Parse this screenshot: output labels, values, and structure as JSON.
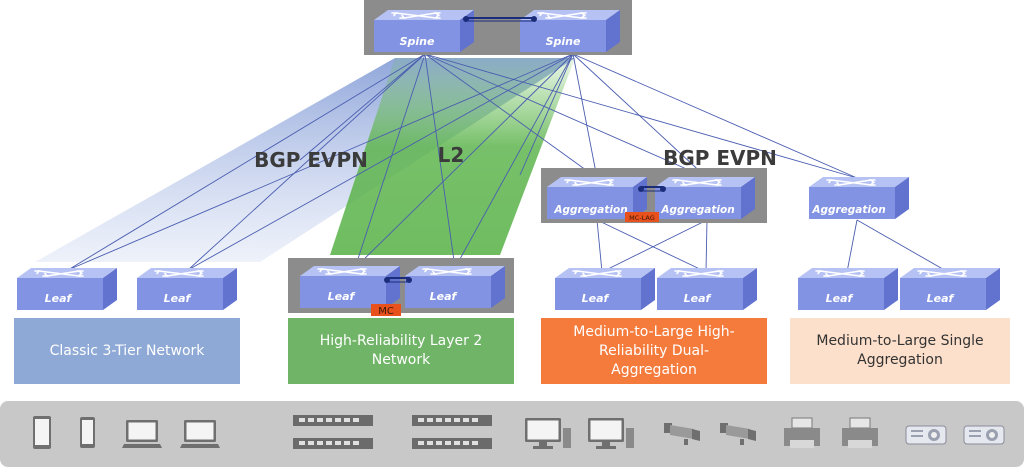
{
  "labels": {
    "spine": "Spine",
    "leaf": "Leaf",
    "aggregation": "Aggregation",
    "bgp_evpn": "BGP EVPN",
    "l2": "L2",
    "mc_lag": "MC-LAG",
    "mc_short": "MC"
  },
  "categories": [
    {
      "name": "Classic 3-Tier Network",
      "color": "#8ea9d5"
    },
    {
      "name": "High-Reliability Layer 2 Network",
      "color": "#6fb467"
    },
    {
      "name": "Medium-to-Large High-Reliability Dual-Aggregation",
      "color": "#f47b3b"
    },
    {
      "name": "Medium-to-Large Single Aggregation",
      "color": "#fde0cb"
    }
  ],
  "colors": {
    "switch_top": "#b4bff2",
    "switch_front": "#7f8fe0",
    "switch_side": "#6574cc",
    "group_bg": "#8c8c8c",
    "endpoint_bar": "#c8c8c8",
    "link_line": "#4a5db0",
    "mc_lag_badge": "#e8501c"
  },
  "endpoints": [
    "tablet-icon",
    "phone-icon",
    "laptop-icon",
    "laptop-icon",
    "network-switch-icon",
    "network-switch-icon",
    "desktop-monitor-icon",
    "desktop-monitor-icon",
    "cctv-camera-icon",
    "cctv-camera-icon",
    "printer-icon",
    "printer-icon",
    "projector-icon",
    "projector-icon"
  ]
}
